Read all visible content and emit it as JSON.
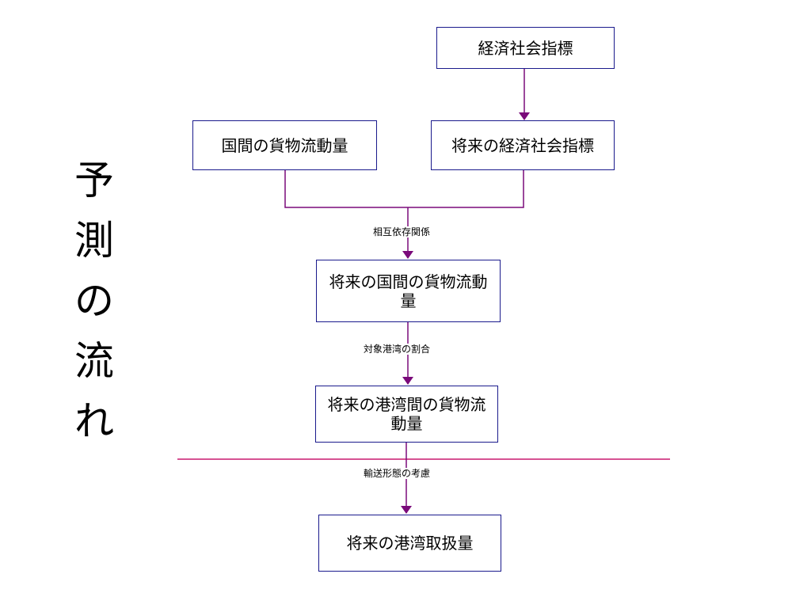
{
  "title_chars": [
    "予",
    "測",
    "の",
    "流",
    "れ"
  ],
  "boxes": {
    "indicator": "経済社会指標",
    "cargo_between_countries": "国間の貨物流動量",
    "future_indicator": "将来の経済社会指標",
    "future_cargo_countries": "将来の国間の貨物流動量",
    "future_cargo_ports": "将来の港湾間の貨物流動量",
    "future_port_handling": "将来の港湾取扱量"
  },
  "labels": {
    "interdependence": "相互依存関係",
    "target_port_share": "対象港湾の割合",
    "transport_mode": "輸送形態の考慮"
  },
  "colors": {
    "arrow": "#7a0a7a",
    "separator": "#c8186e",
    "box_border": "#1a1a8c"
  }
}
